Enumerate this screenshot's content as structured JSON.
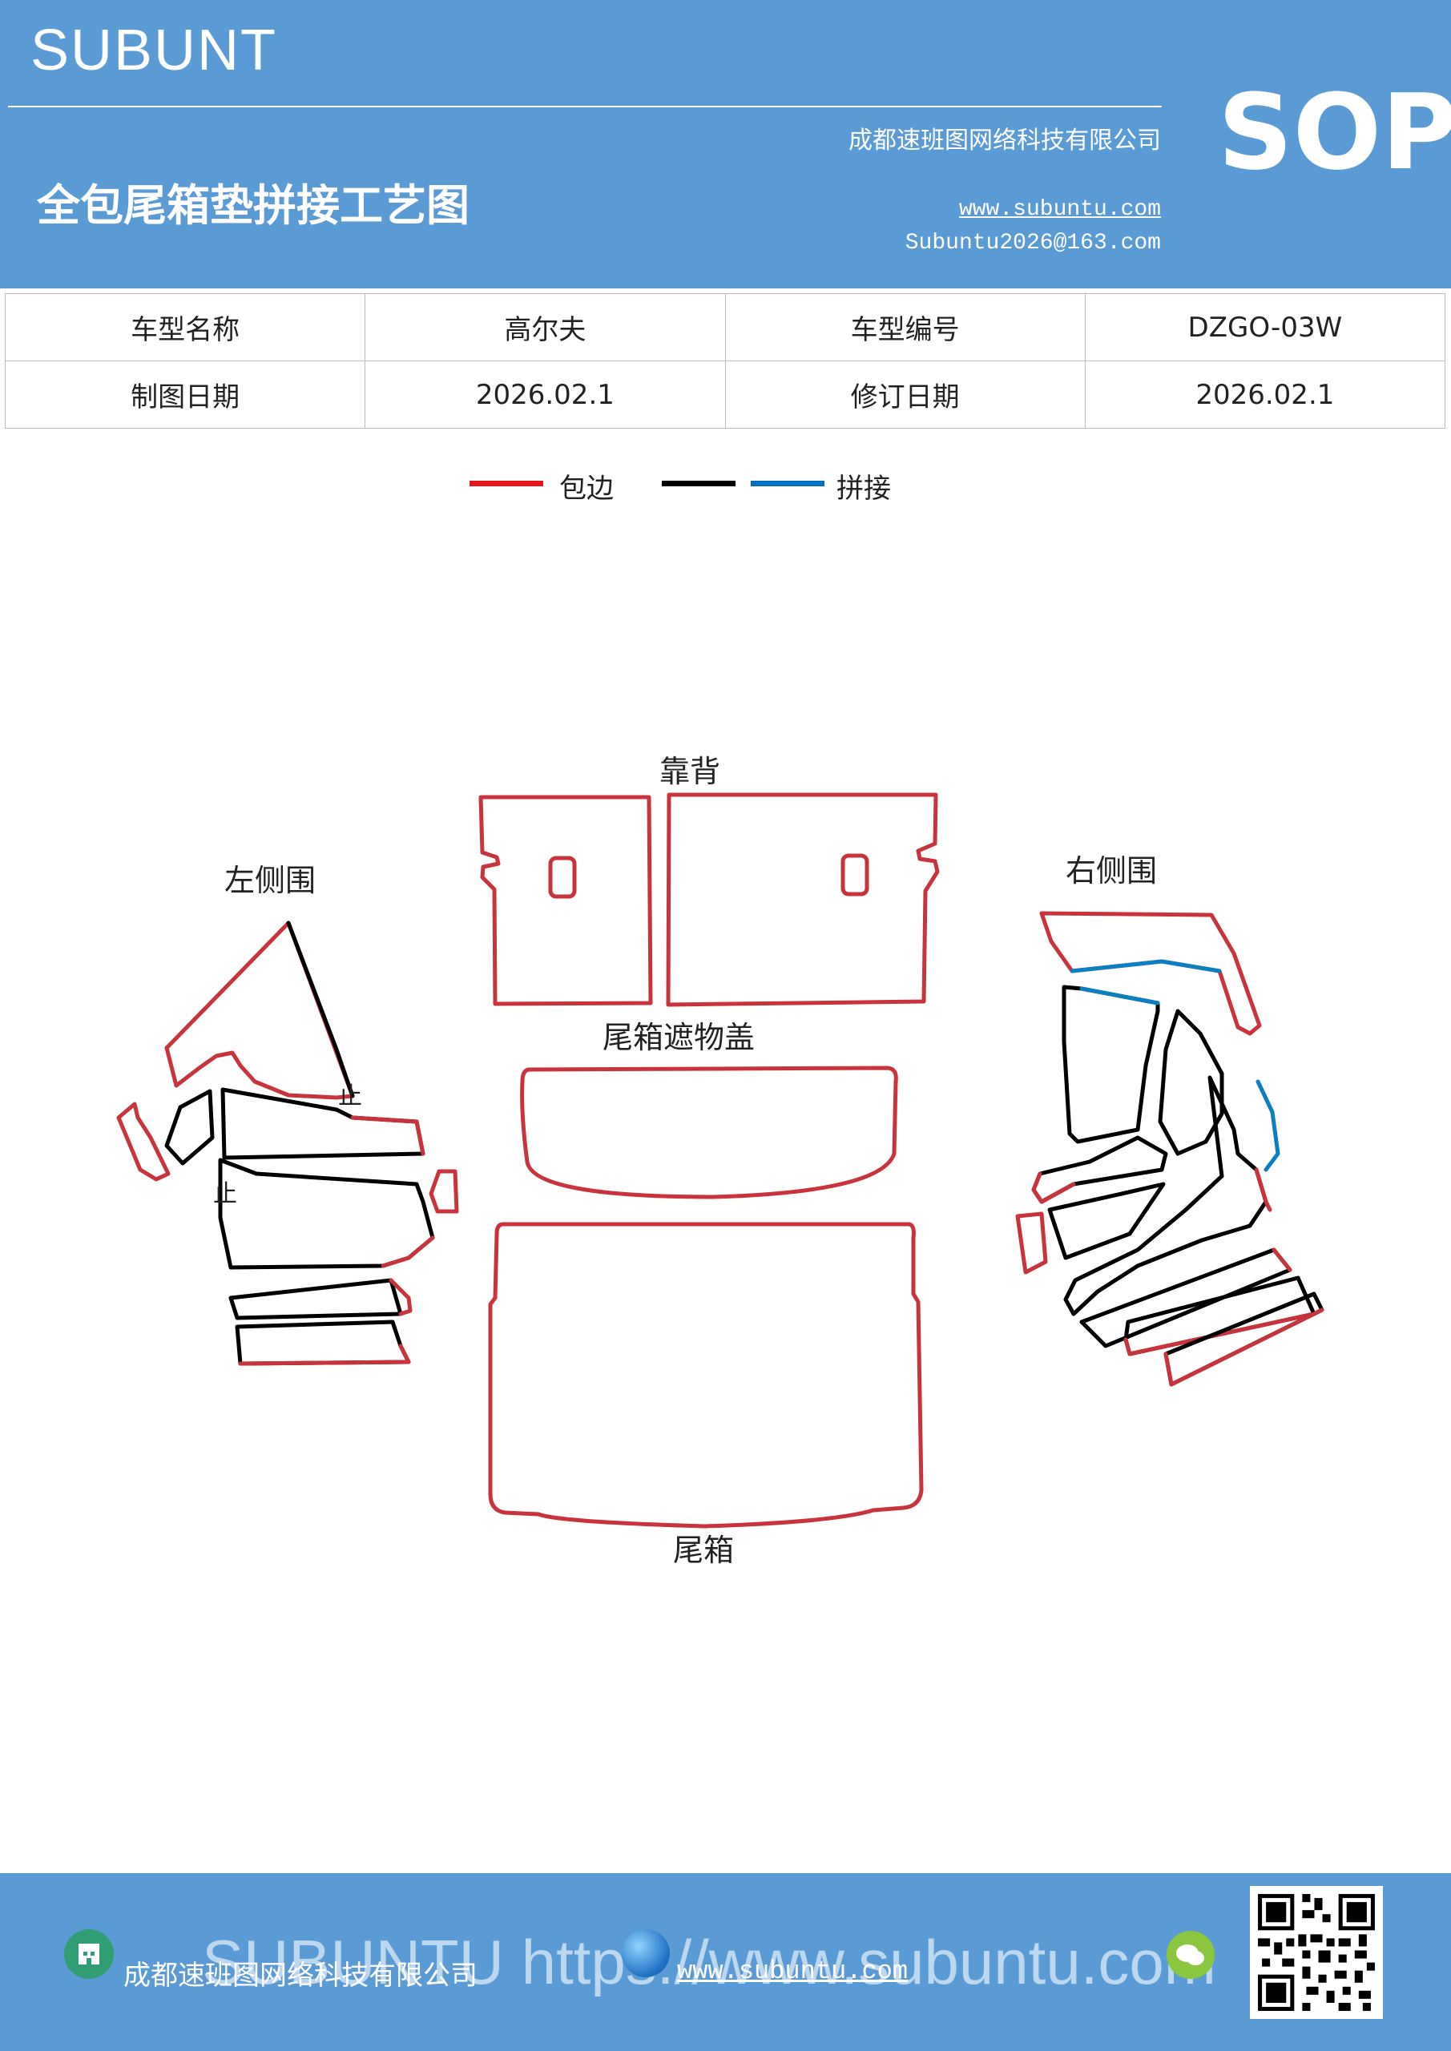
{
  "header": {
    "brand": "SUBUNT",
    "company": "成都速班图网络科技有限公司",
    "title": "全包尾箱垫拼接工艺图",
    "website": "www.subuntu.com",
    "email": "Subuntu2026@163.com",
    "badge": "SOP"
  },
  "info_table": {
    "rows": [
      [
        "车型名称",
        "高尔夫",
        "车型编号",
        "DZGO-03W"
      ],
      [
        "制图日期",
        "2026.02.1",
        "修订日期",
        "2026.02.1"
      ]
    ]
  },
  "legend": {
    "items": [
      {
        "label": "包边",
        "color": "#e8141b"
      },
      {
        "label": "",
        "color": "#000000"
      },
      {
        "label": "拼接",
        "color": "#0070c0"
      }
    ]
  },
  "colors": {
    "header_bg": "#5b9bd5",
    "edge_red": "#c9333b",
    "seam_black": "#000000",
    "seam_blue": "#0a7fc2"
  },
  "drawing": {
    "labels": {
      "backrest": "靠背",
      "left_side": "左侧围",
      "right_side": "右侧围",
      "cover": "尾箱遮物盖",
      "trunk": "尾箱",
      "mark": "止"
    }
  },
  "footer": {
    "company": "成都速班图网络科技有限公司",
    "website": "www.subuntu.com",
    "watermark": "SUBUNTU https://www.subuntu.com"
  }
}
